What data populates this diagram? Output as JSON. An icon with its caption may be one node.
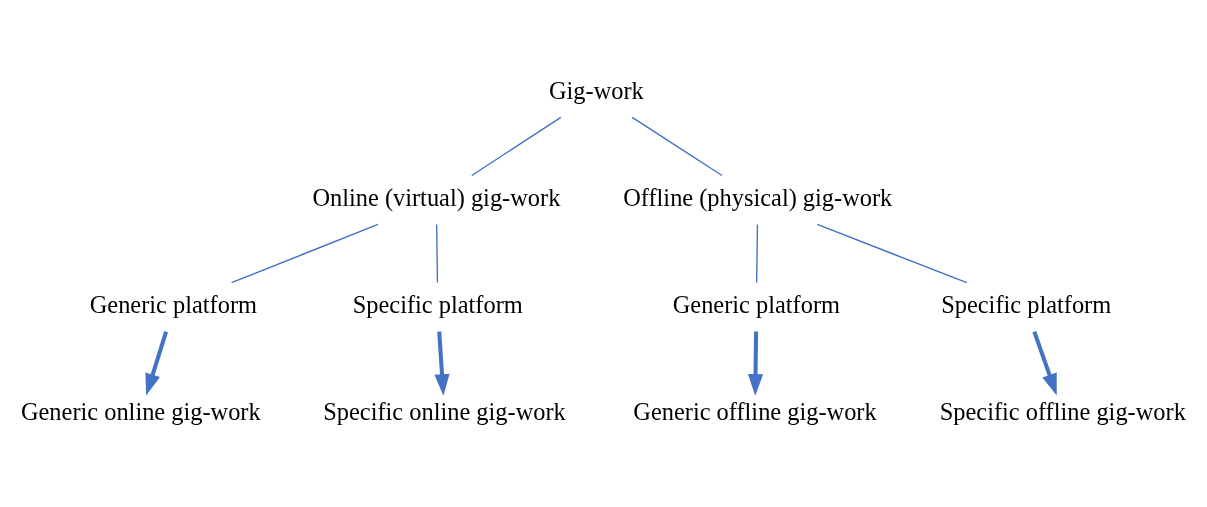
{
  "diagram": {
    "nodes": [
      {
        "text": [
          "Gig-work"
        ]
      },
      {
        "text": [
          "Online (virtual) gig-work"
        ]
      },
      {
        "text": [
          "Offline (physical) gig-work"
        ]
      },
      {
        "text": [
          "Generic platform"
        ]
      },
      {
        "text": [
          "Specific platform"
        ]
      },
      {
        "text": [
          "Generic platform"
        ]
      },
      {
        "text": [
          "Specific platform"
        ]
      },
      {
        "text": [
          "Generic online gig-work"
        ]
      },
      {
        "text": [
          "Specific online gig-work"
        ]
      },
      {
        "text": [
          "Generic offline gig-work"
        ]
      },
      {
        "text": [
          "Specific offline gig-work"
        ]
      }
    ],
    "edges": [
      {
        "from": 0,
        "to": 1,
        "arrow": "none"
      },
      {
        "from": 0,
        "to": 2,
        "arrow": "none"
      },
      {
        "from": 1,
        "to": 3,
        "arrow": "none"
      },
      {
        "from": 1,
        "to": 4,
        "arrow": "none"
      },
      {
        "from": 2,
        "to": 5,
        "arrow": "none"
      },
      {
        "from": 2,
        "to": 6,
        "arrow": "none"
      },
      {
        "from": 3,
        "to": 7,
        "arrow": "to",
        "style": "thick"
      },
      {
        "from": 4,
        "to": 8,
        "arrow": "to",
        "style": "thick"
      },
      {
        "from": 5,
        "to": 9,
        "arrow": "to",
        "style": "thick"
      },
      {
        "from": 6,
        "to": 10,
        "arrow": "to",
        "style": "thick"
      }
    ]
  }
}
